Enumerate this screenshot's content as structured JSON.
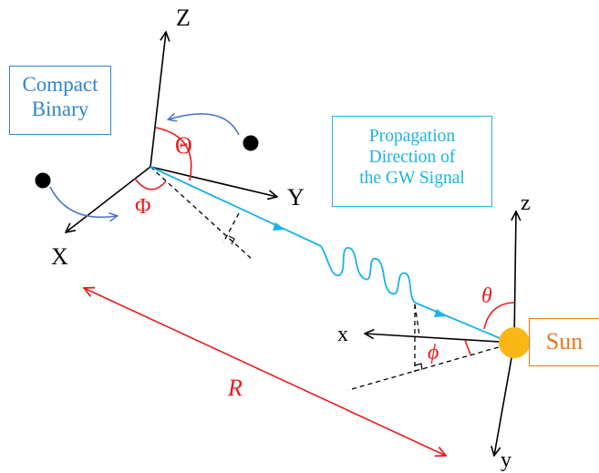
{
  "labels": {
    "compact_binary": [
      "Compact",
      "Binary"
    ],
    "propagation": [
      "Propagation",
      "Direction of",
      "the GW Signal"
    ],
    "sun": "Sun",
    "source_axes": {
      "x": "X",
      "y": "Y",
      "z": "Z"
    },
    "sun_axes": {
      "x": "x",
      "y": "y",
      "z": "z"
    },
    "angles": {
      "source_polar": "Θ",
      "source_azimuth": "Φ",
      "sun_polar": "θ",
      "sun_azimuth": "ϕ"
    },
    "distance": "R"
  },
  "colors": {
    "binary_box": "#2f86c8",
    "propagation": "#1ab3e8",
    "orbit_arrows": "#4a76c6",
    "angles": "#e81c1c",
    "distance": "#e81c1c",
    "sun": "#fbb814",
    "sun_label": "#e8771c",
    "axes": "#000000"
  }
}
